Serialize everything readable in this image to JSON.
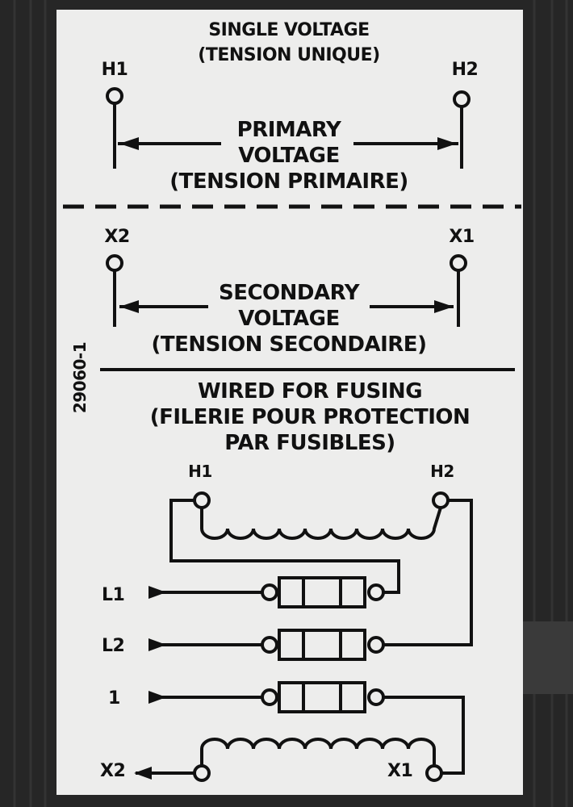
{
  "sections": {
    "single": {
      "title": "SINGLE VOLTAGE",
      "subtitle": "(TENSION UNIQUE)",
      "left_terminal": "H1",
      "right_terminal": "H2",
      "voltage_line1": "PRIMARY",
      "voltage_line2": "VOLTAGE",
      "voltage_line3": "(TENSION PRIMAIRE)"
    },
    "secondary": {
      "left_terminal": "X2",
      "right_terminal": "X1",
      "voltage_line1": "SECONDARY",
      "voltage_line2": "VOLTAGE",
      "voltage_line3": "(TENSION SECONDAIRE)"
    },
    "fusing": {
      "title": "WIRED FOR FUSING",
      "subtitle_line1": "(FILERIE POUR PROTECTION",
      "subtitle_line2": "PAR FUSIBLES)",
      "primary_left": "H1",
      "primary_right": "H2",
      "inputs": [
        "L1",
        "L2",
        "1"
      ],
      "secondary_left": "X2",
      "secondary_right": "X1"
    }
  },
  "part_number": "29060-1",
  "colors": {
    "label": "#ededec",
    "ink": "#111111",
    "housing": "#262626"
  }
}
